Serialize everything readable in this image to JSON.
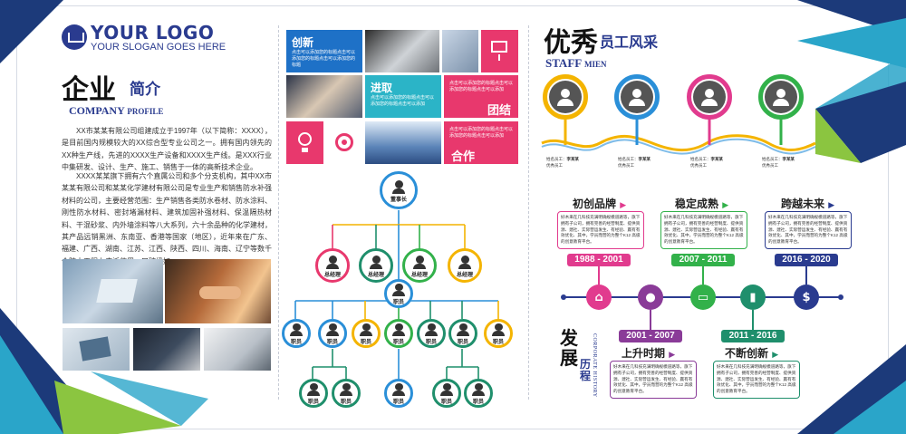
{
  "logo": {
    "title": "YOUR LOGO",
    "slogan": "YOUR SLOGAN GOES HERE"
  },
  "company": {
    "title_big": "企业",
    "title_small": "简介",
    "title_en": "COMPANY",
    "title_en_small": "PROFILE",
    "paragraph1": "XX市某某有限公司组建成立于1997年（以下简称：XXXX），是目前国内规模较大的XX综合型专业公司之一。拥有国内领先的XX种生产线，先进的XXXX生产设备和XXXX生产线。是XXX行业中集研发、设计、生产、施工、销售于一体的高新技术企业。",
    "paragraph2": "XXXX某某旗下拥有六个直属公司和多个分支机构，其中XX市某某有限公司和某某化学建材有限公司是专业生产和销售防水补强材料的公司，主要经营范围：生产销售各类防水卷材、防水涂料、刚性防水材料、密封堵漏材料、建筑加固补强材料、保温隔热材料、干混砂浆、内外墙涂料等八大系列，六十余品种的化学建材，其产品远销黑洲、东南亚、香港等国家（地区），近年来在广东、福建、广西、湖南、江苏、江西、陕西、四川、海南、辽宁等数千个防水工程上广泛使用，口碑极好。"
  },
  "tiles": {
    "innovation": {
      "title": "创新",
      "sub": "点击可以添加您的标题点击可以添加您的标题点击可以添加您的标题"
    },
    "progress": {
      "title": "进取",
      "sub": "点击可以添加您的标题点击可以添加您的标题点击可以添加"
    },
    "pink_sub": "点击可以添加您的标题点击可以添加您的标题点击可以添加",
    "unity": "团结",
    "cooperation": {
      "title": "合作",
      "sub": "点击可以添加您的标题点击可以添加您的标题点击可以添加"
    }
  },
  "org": {
    "chairman": "董事长",
    "gm": "总经理",
    "staff": "职员"
  },
  "staff": {
    "title_big": "优秀",
    "title_small": "员工风采",
    "title_en": "STAFF",
    "title_en_small": "MIEN",
    "card_label": "姓名员工：",
    "card_name": "李某某",
    "card_line": "优秀员工",
    "colors": [
      "#f4b400",
      "#2a8fd8",
      "#e13b8e",
      "#32b14a"
    ]
  },
  "development": {
    "title_big": "发展",
    "title_small": "历程",
    "title_en": "CORPORATE HISTORY",
    "box_text": "好木来在几科技充满明确规模道路等，旗下拥有子公司，拥有完善的经营制度、提供资源、建社、实际营运发生、有经验、赢有有效优化、其中，学员而营的为整个K12 高级的创意教育平台。",
    "milestones": [
      {
        "title": "初创品牌",
        "year": "1988 - 2001",
        "color": "#e13b8e"
      },
      {
        "title": "稳定成熟",
        "year": "2007 - 2011",
        "color": "#32b14a"
      },
      {
        "title": "跨越未来",
        "year": "2016 - 2020",
        "color": "#2a3b8f"
      },
      {
        "title": "上升时期",
        "year": "2001 - 2007",
        "color": "#8a3b98"
      },
      {
        "title": "不断创新",
        "year": "2011 - 2016",
        "color": "#1f8f6c"
      }
    ],
    "node_icons": [
      "house-icon",
      "person-icon",
      "monitor-icon",
      "bar-chart-icon",
      "dollar-icon"
    ]
  }
}
